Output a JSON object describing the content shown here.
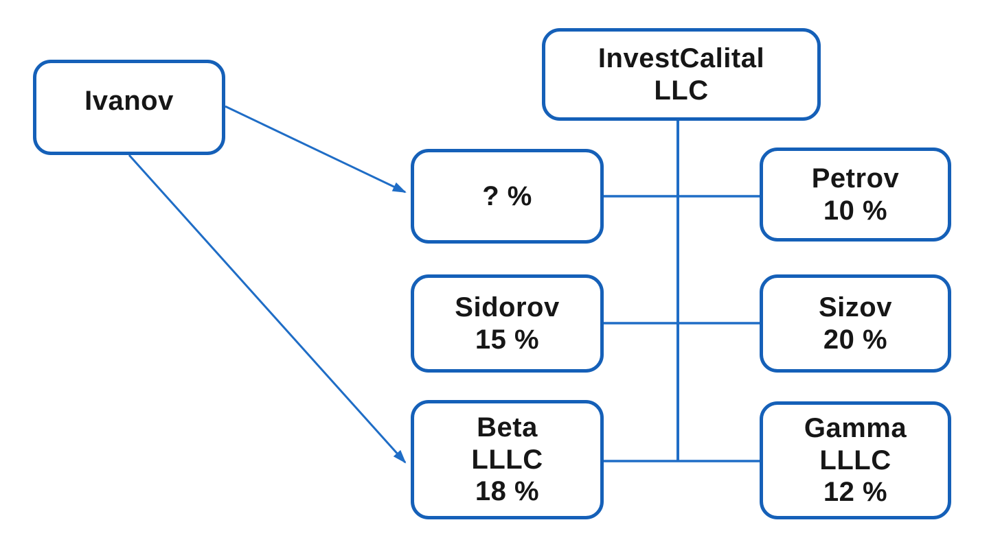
{
  "page": {
    "background": "#ffffff"
  },
  "diagram": {
    "colors": {
      "box_border": "#1560b8",
      "connector": "#1f6dc6",
      "text": "#161616"
    },
    "nodes": [
      {
        "id": "ivanov",
        "lines": [
          "Ivanov"
        ]
      },
      {
        "id": "investcalital-llc",
        "lines": [
          "InvestCalital",
          "LLC"
        ]
      },
      {
        "id": "unknown-share",
        "lines": [
          "? %"
        ]
      },
      {
        "id": "sidorov",
        "lines": [
          "Sidorov",
          "15 %"
        ]
      },
      {
        "id": "beta-lllc",
        "lines": [
          "Beta",
          "LLLC",
          "18 %"
        ]
      },
      {
        "id": "petrov",
        "lines": [
          "Petrov",
          "10 %"
        ]
      },
      {
        "id": "sizov",
        "lines": [
          "Sizov",
          "20 %"
        ]
      },
      {
        "id": "gamma-lllc",
        "lines": [
          "Gamma",
          "LLLC",
          "12 %"
        ]
      }
    ],
    "edges": [
      {
        "from": "Ivanov",
        "to": "? %",
        "style": "arrow"
      },
      {
        "from": "Ivanov",
        "to": "Beta LLLC 18 %",
        "style": "arrow"
      },
      {
        "from": "InvestCalital LLC",
        "to": "? % / Petrov 10 %",
        "style": "line"
      },
      {
        "from": "? %",
        "to": "Petrov 10 %",
        "style": "line"
      },
      {
        "from": "Sidorov 15 %",
        "to": "Sizov 20 %",
        "style": "line"
      },
      {
        "from": "Beta LLLC 18 %",
        "to": "Gamma LLLC 12 %",
        "style": "line"
      }
    ]
  }
}
